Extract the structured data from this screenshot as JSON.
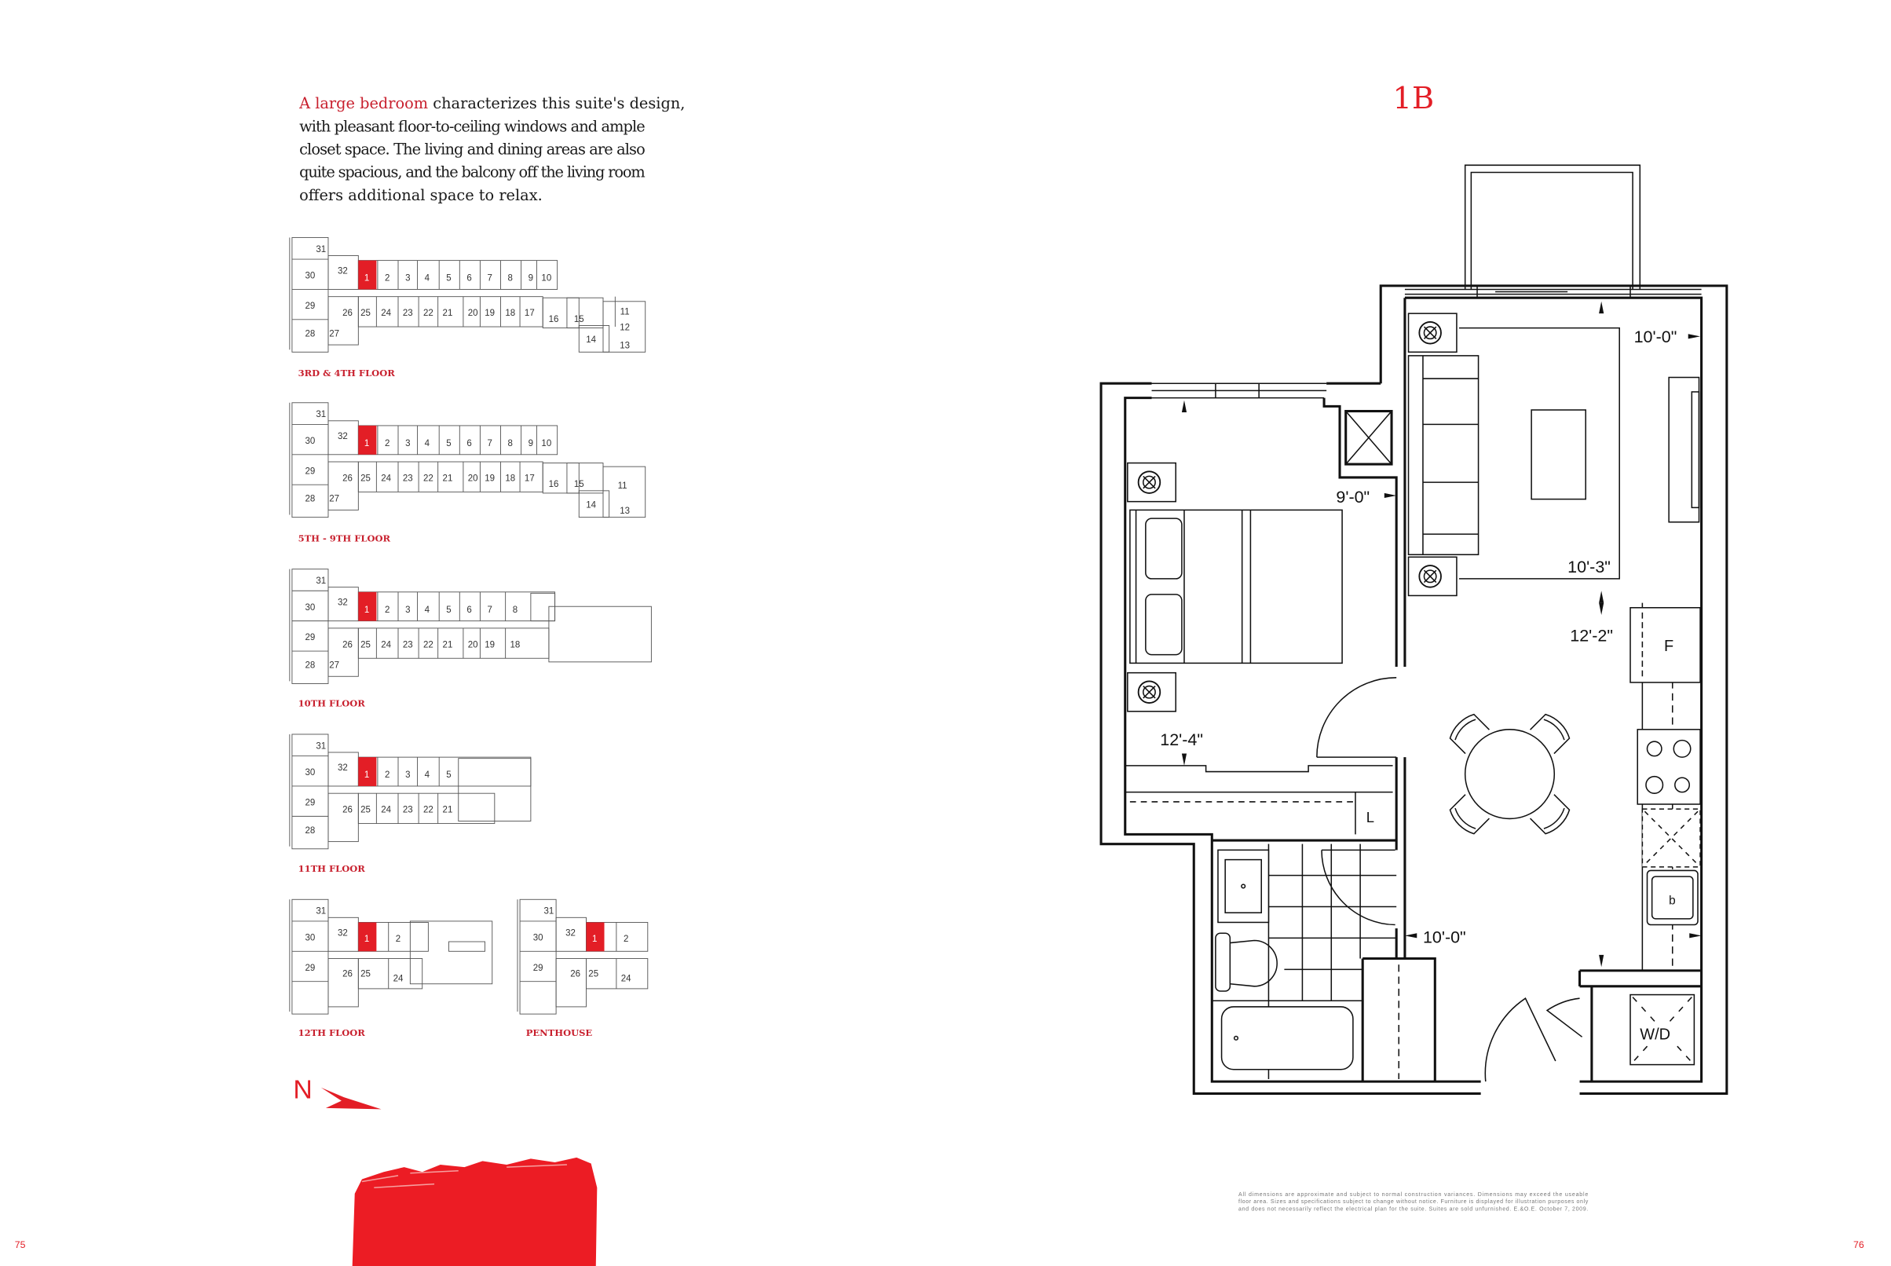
{
  "intro": {
    "highlight": "A large bedroom",
    "lines": [
      "characterizes this suite's design,",
      "with pleasant floor-to-ceiling windows and ample",
      "closet space. The living and dining areas are also",
      "quite spacious, and the balcony off the living room",
      "offers additional space to relax."
    ]
  },
  "key_plans": [
    {
      "label": "3RD & 4TH FLOOR",
      "highlighted": "1",
      "units": [
        "31",
        "30",
        "32",
        "1",
        "2",
        "3",
        "4",
        "5",
        "6",
        "7",
        "8",
        "9",
        "10",
        "29",
        "26",
        "25",
        "24",
        "23",
        "22",
        "21",
        "20",
        "19",
        "18",
        "17",
        "16",
        "15",
        "14",
        "11",
        "12",
        "13",
        "28",
        "27"
      ]
    },
    {
      "label": "5TH - 9TH FLOOR",
      "highlighted": "1",
      "units": [
        "31",
        "30",
        "32",
        "1",
        "2",
        "3",
        "4",
        "5",
        "6",
        "7",
        "8",
        "9",
        "10",
        "29",
        "26",
        "25",
        "24",
        "23",
        "22",
        "21",
        "20",
        "19",
        "18",
        "17",
        "16",
        "15",
        "14",
        "11",
        "13",
        "28",
        "27"
      ]
    },
    {
      "label": "10TH FLOOR",
      "highlighted": "1",
      "units": [
        "31",
        "30",
        "32",
        "1",
        "2",
        "3",
        "4",
        "5",
        "6",
        "7",
        "8",
        "29",
        "26",
        "25",
        "24",
        "23",
        "22",
        "21",
        "20",
        "19",
        "18",
        "28",
        "27"
      ]
    },
    {
      "label": "11TH FLOOR",
      "highlighted": "1",
      "units": [
        "31",
        "30",
        "32",
        "1",
        "2",
        "3",
        "4",
        "5",
        "29",
        "26",
        "25",
        "24",
        "23",
        "22",
        "21",
        "28"
      ]
    },
    {
      "label": "12TH FLOOR",
      "highlighted": "1",
      "units": [
        "31",
        "30",
        "32",
        "1",
        "2",
        "29",
        "26",
        "25",
        "24"
      ]
    },
    {
      "label": "PENTHOUSE",
      "highlighted": "1",
      "units": [
        "31",
        "30",
        "32",
        "1",
        "2",
        "29",
        "26",
        "25",
        "24"
      ]
    }
  ],
  "north_label": "N",
  "suite": {
    "name": "1B",
    "dimensions": {
      "living_width": "10'-0\"",
      "bedroom_width": "9'-0\"",
      "living_length": "10'-3\"",
      "dining_length": "12'-2\"",
      "bedroom_length": "12'-4\"",
      "kitchen_width": "10'-0\""
    },
    "labels": {
      "fridge": "F",
      "linen": "L",
      "washer_dryer": "W/D"
    }
  },
  "disclaimer": [
    "All dimensions are approximate and subject to normal construction variances. Dimensions may exceed the useable",
    "floor area. Sizes and specifications subject to change without notice. Furniture is displayed for illustration purposes only",
    "and does not necessarily reflect the electrical plan for the suite. Suites are sold unfurnished. E.&O.E. October 7, 2009."
  ],
  "page_numbers": {
    "left": "75",
    "right": "76"
  },
  "colors": {
    "accent": "#e31e26",
    "heading": "#c8202e",
    "line": "#111111"
  }
}
